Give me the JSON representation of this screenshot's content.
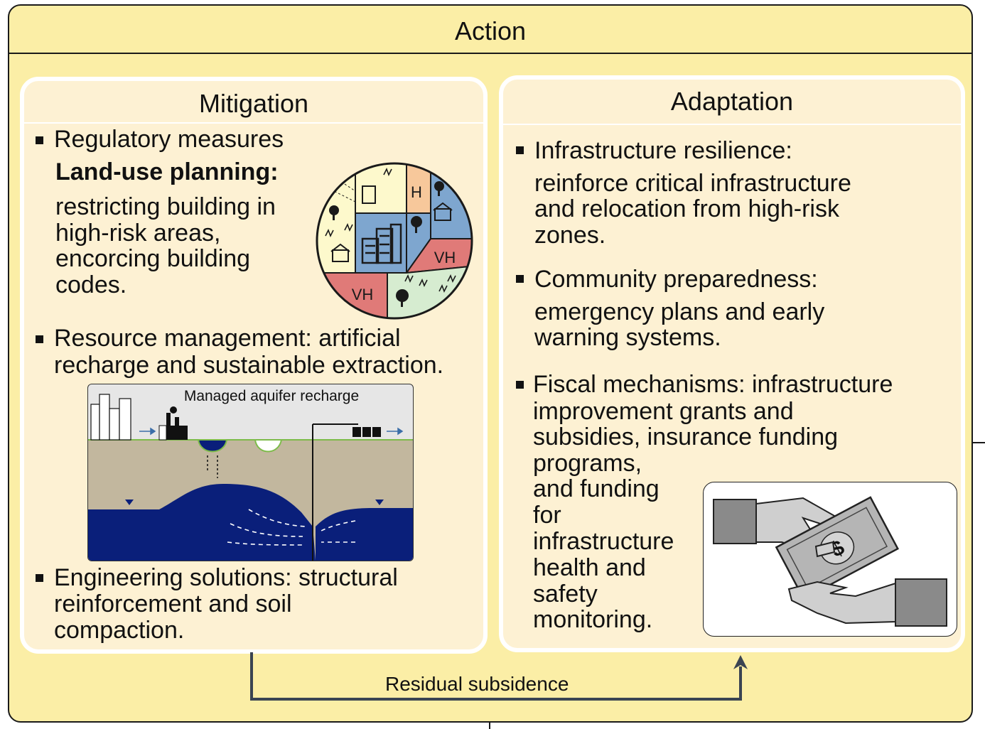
{
  "action": {
    "title": "Action"
  },
  "mitigation": {
    "title": "Mitigation",
    "regulatory": {
      "heading": "Regulatory measures",
      "subheading": "Land-use planning:",
      "lines": [
        "restricting building in",
        "high-risk areas,",
        "encorcing building",
        "codes."
      ]
    },
    "resource": {
      "lines": [
        "Resource management: artificial",
        "recharge and sustainable extraction."
      ],
      "figure_title": "Managed aquifer recharge"
    },
    "engineering": {
      "lines": [
        "Engineering solutions: structural",
        "reinforcement and soil",
        "compaction."
      ]
    },
    "zone_labels": [
      "H",
      "VH",
      "VH"
    ],
    "zone_colors": {
      "H": "#f7c89b",
      "VH": "#e07a78",
      "green": "#d6ecd0",
      "yellow": "#fdf9cc",
      "blue": "#7ea6cf"
    }
  },
  "adaptation": {
    "title": "Adaptation",
    "infrastructure": {
      "heading": "Infrastructure resilience:",
      "lines": [
        "reinforce critical infrastructure",
        "and relocation from high-risk",
        "zones."
      ]
    },
    "community": {
      "heading": "Community preparedness:",
      "lines": [
        "emergency plans and early",
        "warning systems."
      ]
    },
    "fiscal": {
      "lines": [
        "Fiscal mechanisms: infrastructure",
        "improvement grants and",
        "subsidies, insurance funding",
        "programs,",
        "and funding",
        "for",
        "infrastructure",
        "health and",
        "safety",
        "monitoring."
      ],
      "currency_symbol": "$"
    }
  },
  "residual": {
    "label": "Residual subsidence"
  },
  "colors": {
    "background": "#fbeea6",
    "panel": "#fdf1d3",
    "groundwater": "#0a1f7a",
    "soil": "#c2b79e"
  }
}
